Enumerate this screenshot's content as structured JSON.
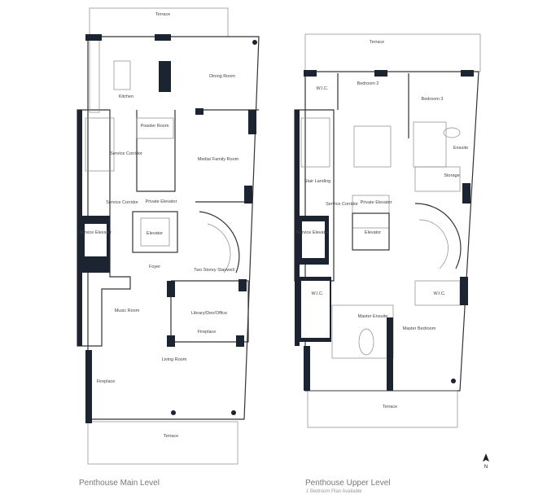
{
  "main_level": {
    "caption": "Penthouse Main Level",
    "rooms": {
      "terrace_top": "Terrace",
      "kitchen": "Kitchen",
      "dining_room": "Dining Room",
      "powder_room": "Powder Room",
      "media_family_room": "Media/ Family Room",
      "service_corridor_1": "Service Corridor",
      "service_corridor_2": "Service Corridor",
      "private_elevator": "Private Elevator",
      "service_elevator": "Service Elevator",
      "elevator": "Elevator",
      "foyer": "Foyer",
      "two_storey_stairwell": "Two Storey Stairwell",
      "music_room": "Music Room",
      "library": "Library/Den/Office",
      "fireplace_library": "Fireplace",
      "living_room": "Living Room",
      "fireplace_living": "Fireplace",
      "terrace_bottom": "Terrace"
    }
  },
  "upper_level": {
    "caption": "Penthouse Upper Level",
    "subcaption": "1 Bedroom Plan Available",
    "rooms": {
      "terrace_top": "Terrace",
      "wic_1": "W.I.C.",
      "bedroom_2": "Bedroom 2",
      "bedroom_3": "Bedroom 3",
      "ensuite": "Ensuite",
      "storage": "Storage",
      "stair_landing": "Stair Landing",
      "service_corridor": "Service Corridor",
      "private_elevator": "Private Elevator",
      "service_elevator": "Service Elevator",
      "elevator": "Elevator",
      "wic_2": "W.I.C.",
      "master_ensuite": "Master Ensuite",
      "master_bedroom": "Master Bedroom",
      "wic_3": "W.I.C.",
      "terrace_bottom": "Terrace"
    }
  },
  "north_label": "N",
  "colors": {
    "walls": "#1b2430",
    "lines": "#333333",
    "caption": "#777777"
  }
}
